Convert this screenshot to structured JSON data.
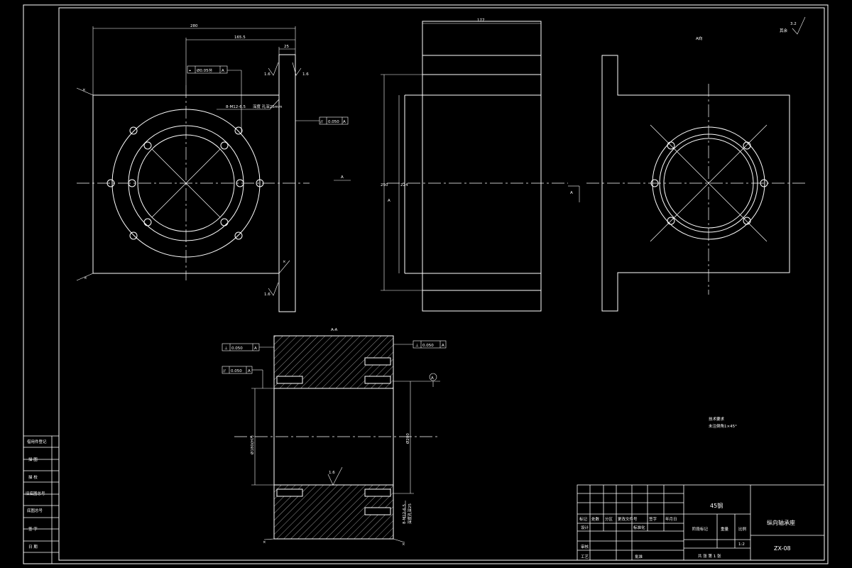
{
  "colors": {
    "background": "#000000",
    "line": "#ffffff"
  },
  "dims": {
    "width_left": "280",
    "offset_left": "165.5",
    "flange_thk": "25",
    "middle_width": "177",
    "section_h1": "250",
    "section_h2": "224",
    "bore_dia": "Ø200",
    "bore_tol": "Ø180(H7)",
    "thread_spec_top": "8-M12-6.5",
    "thread_depth_top": "深度 孔深25mm",
    "thread_spec_bottom": "8-M12-6.5",
    "thread_depth_bottom": "深度孔深25",
    "chamfer_tl": "×",
    "chamfer_bl": "×",
    "chamfer_r": "×",
    "chamfer_sec_l": "×",
    "chamfer_sec_r": "×"
  },
  "roughness": {
    "r1": "1.6",
    "r2": "1.6",
    "r3": "1.6",
    "section": "1.6",
    "corner_value": "3.2",
    "corner_note": "其余"
  },
  "gdt": {
    "position": [
      "⌖",
      "Ø0.05Ⓜ",
      "A"
    ],
    "parallel_top": [
      "//",
      "0.050",
      "A"
    ],
    "perp_sec_left": [
      "⊥",
      "0.050",
      "A"
    ],
    "perp_sec_right": [
      "⊥",
      "0.050",
      "A"
    ],
    "parallel_sec": [
      "//",
      "0.050",
      "A"
    ],
    "datum": "A"
  },
  "labels": {
    "section_mark_a": "A",
    "section_mark_b": "A",
    "section_mark_ar": "A",
    "view_a_title": "A向",
    "view_a_small": "A向",
    "section_title": "A-A"
  },
  "notes": {
    "title": "技术要求",
    "line1": "未注倒角1×45°"
  },
  "side_table": [
    "借用件登记",
    "描 图",
    "描 校",
    "旧底图总号",
    "底图总号",
    "签 字",
    "日 期"
  ],
  "title_block": {
    "material": "45钢",
    "part_name": "纵向轴承座",
    "drawing_no": "ZX-08",
    "scale": "1:2",
    "header_cols": [
      "标记",
      "处数",
      "分区",
      "更改文件号",
      "签字",
      "年月日"
    ],
    "design": "设计",
    "standardize": "标准化",
    "stage_mark": "阶段标记",
    "weight": "重量",
    "scale_label": "比例",
    "review": "审核",
    "process": "工艺",
    "approve": "批准",
    "sheets": "共 张 第 1 张"
  }
}
